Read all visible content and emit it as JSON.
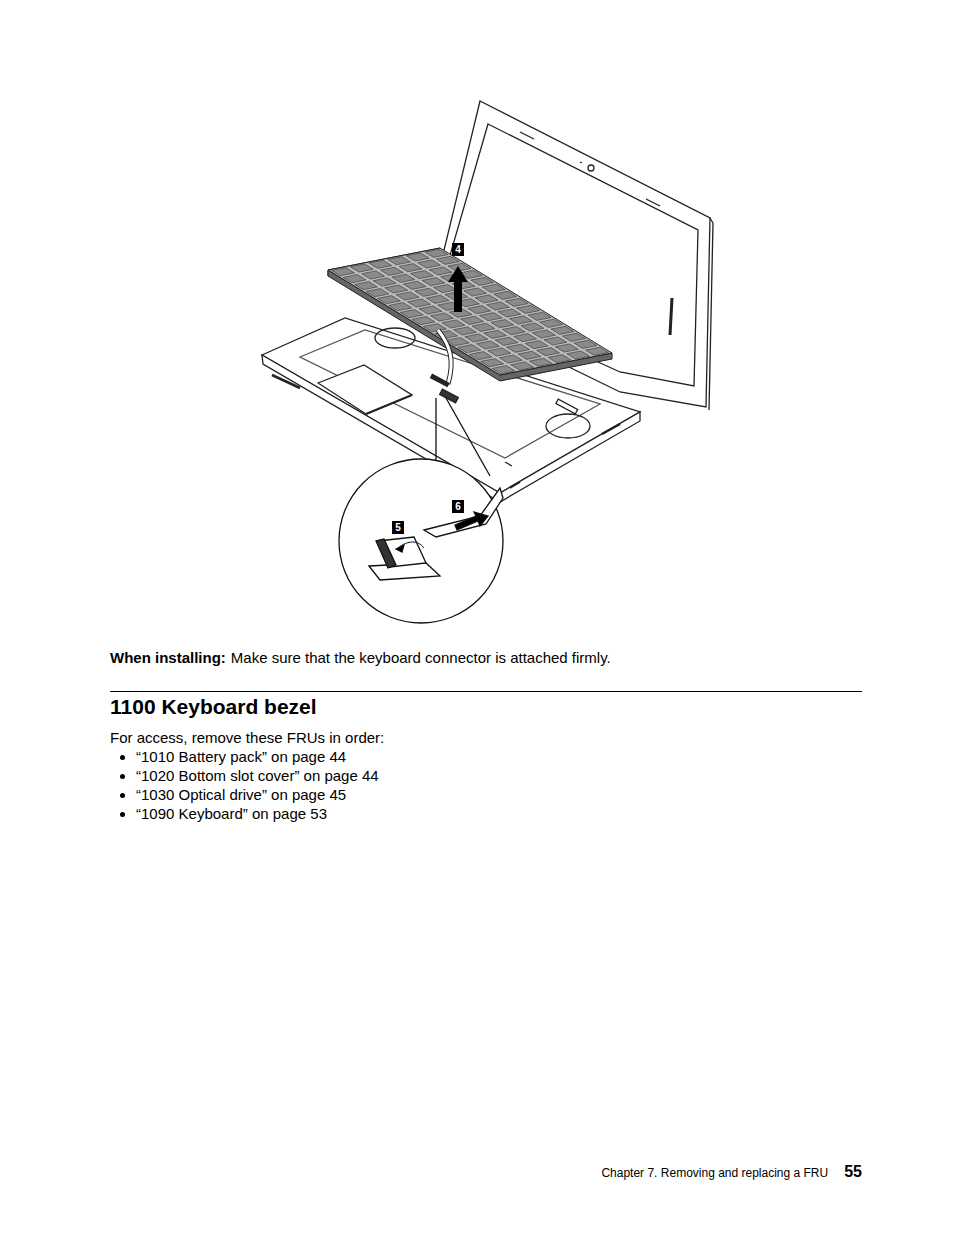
{
  "diagram": {
    "title": "1100 Keyboard bezel",
    "nodes": [
      {
        "text": [
          "4"
        ]
      },
      {
        "text": [
          "5"
        ]
      },
      {
        "text": [
          "6"
        ]
      }
    ],
    "labels": [
      "When installing:",
      "Make sure that the keyboard connector is attached firmly.",
      "For access, remove these FRUs in order:",
      "“1010 Battery pack” on page 44",
      "“1020 Bottom slot cover” on page 44",
      "“1030 Optical drive” on page 45",
      "“1090 Keyboard” on page 53",
      "Chapter 7. Removing and replacing a FRU",
      "55"
    ]
  }
}
